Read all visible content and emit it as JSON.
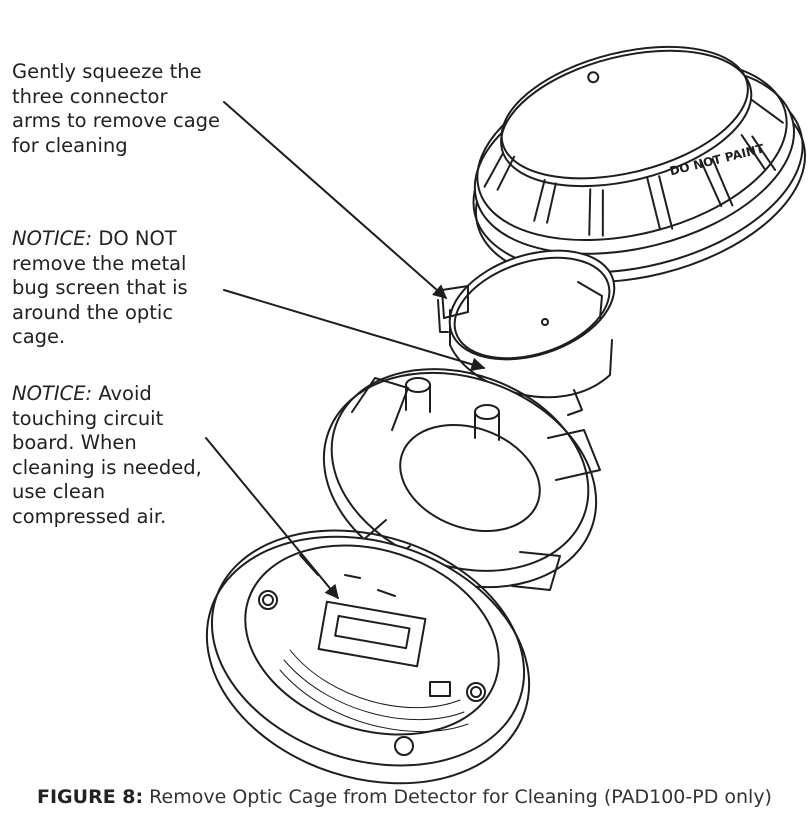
{
  "notes": [
    {
      "text": "Gently squeeze the three connector arms to remove cage for cleaning"
    },
    {
      "prefix": "NOTICE:",
      "text": "DO NOT remove the metal bug screen that is around the optic cage."
    },
    {
      "prefix": "NOTICE:",
      "text": "Avoid touching circuit board. When cleaning is needed, use clean compressed air."
    }
  ],
  "cover_label": "DO NOT PAINT",
  "caption": {
    "label": "FIGURE 8:",
    "text": "Remove Optic Cage from Detector for Cleaning (PAD100-PD only)"
  },
  "colors": {
    "ink": "#1e1e1e",
    "paper": "#ffffff"
  }
}
